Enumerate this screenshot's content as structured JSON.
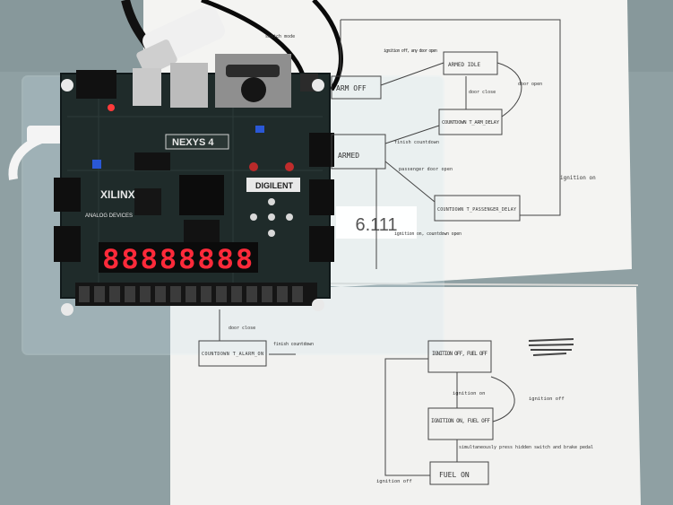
{
  "photo": {
    "board": {
      "brand": "XILINX",
      "model_label": "NEXYS 4",
      "maker": "DIGILENT",
      "analog_devices": "ANALOG DEVICES",
      "seven_segment_display": "88888888",
      "sticker": "6.111"
    },
    "diagram_top": {
      "states": [
        "ARM OFF",
        "ARMED",
        "ARMED IDLE",
        "COUNTDOWN T_ARM_DELAY",
        "COUNTDOWN T_PASSENGER_DELAY",
        "COUNTDOWN T_ALARM_ON"
      ],
      "labels": [
        "ignition off, any door open",
        "door close",
        "door open",
        "finish countdown",
        "passenger door open",
        "ignition on",
        "ignition on, countdown open",
        "door close",
        "finish countdown",
        "switch mode"
      ]
    },
    "diagram_bottom": {
      "states": [
        "IGNITION OFF, FUEL OFF",
        "IGNITION ON, FUEL OFF",
        "FUEL ON"
      ],
      "labels": [
        "ignition on",
        "ignition off",
        "simultaneously press hidden switch and brake pedal",
        "ignition off"
      ]
    }
  },
  "colors": {
    "board_pcb": "#1f2b2a",
    "paper": "#f4f4f2",
    "segment_red": "#ff2a3a",
    "desk": "#8fa0a3"
  }
}
